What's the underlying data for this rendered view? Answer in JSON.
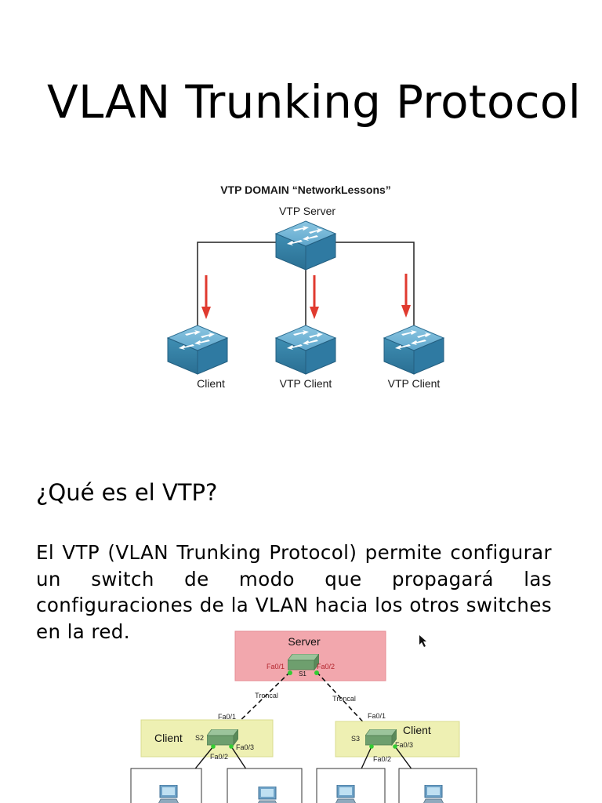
{
  "slide": {
    "title": "VLAN Trunking Protocol",
    "question": "¿Qué es el VTP?",
    "paragraph": "El VTP (VLAN Trunking Protocol) permite configurar un switch de modo que propagará las configuraciones de la VLAN hacia los otros switches en la red."
  },
  "diagram_top": {
    "heading": "VTP DOMAIN “NetworkLessons”",
    "server_label": "VTP Server",
    "client_labels": [
      "Client",
      "VTP Client",
      "VTP Client"
    ],
    "switch_color": "#3f8eb3",
    "arrow_color": "#e03a2f"
  },
  "diagram_bottom": {
    "server_box_label": "Server",
    "server_switch": "S1",
    "server_port_left": "Fa0/1",
    "server_port_right": "Fa0/2",
    "trunk_left": "Troncal",
    "trunk_right": "Troncal",
    "left_client_label": "Client",
    "left_switch": "S2",
    "left_uplink": "Fa0/1",
    "left_port_a": "Fa0/3",
    "left_port_b": "Fa0/2",
    "right_client_label": "Client",
    "right_switch": "S3",
    "right_uplink": "Fa0/1",
    "right_port_a": "Fa0/3",
    "right_port_b": "Fa0/2",
    "server_box_color": "#f2a7ad",
    "client_box_color": "#eef0b3",
    "link_dot_color": "#33cc33"
  }
}
